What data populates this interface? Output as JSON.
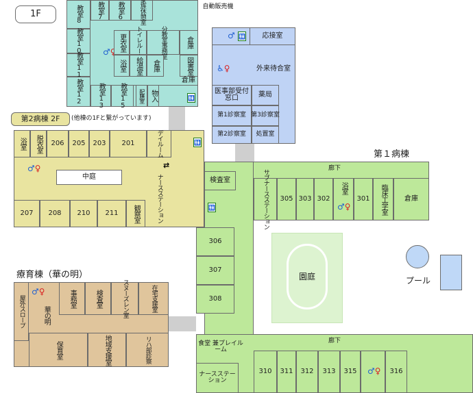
{
  "floor_label": "1F",
  "ward1_title": "第１病棟",
  "ward2_title": "第2病棟 2F",
  "ward2_note": "(他棟の1Fと繋がっています)",
  "ryoiku_title": "療育棟（華の明）",
  "colors": {
    "teal": "#a9e3da",
    "blue": "#bfd3f5",
    "yellow": "#e9e4a0",
    "green": "#bde89a",
    "tan": "#e0c59c",
    "gray": "#cfcfcf"
  },
  "teal": {
    "kyoshitsu8": "教室8",
    "kyoshitsu7": "教室7",
    "kyoshitsu6": "教室6",
    "kazoku": "家族休憩室",
    "kyoshitsu10": "教室10",
    "kyoshitsu11": "教室11",
    "kyoshitsu12": "教室12",
    "koui": "更衣室",
    "toilet": "トイレルーム",
    "bunkyo": "分教室事務室",
    "soko_top": "倉庫",
    "yokushitsu": "浴室",
    "kyuto": "給湯室",
    "soko_mid": "倉庫",
    "toshoshitsu": "図書室",
    "soko_right": "倉庫",
    "kyoshitsu13": "教室13",
    "kyoshitsu15": "教室15",
    "seishoku": "配膳室",
    "buppin": "物入"
  },
  "blue": {
    "vending": "自動販売機",
    "reception": "応接室",
    "waiting": "外来待合室",
    "uketsuke": "医事部受付窓口",
    "yakkyoku": "薬局",
    "shinsatsu1": "第1診察室",
    "shinsatsu3": "第3診察室",
    "shinsatsu2": "第2診察室",
    "shochi": "処置室"
  },
  "ward2": {
    "yoku": "浴室",
    "datsui": "脱衣室",
    "r206": "206",
    "r205": "205",
    "r203": "203",
    "r201": "201",
    "day": "デイルーム",
    "garden": "中庭",
    "station": "ナースステーション",
    "r207": "207",
    "r208": "208",
    "r210": "210",
    "r211": "211",
    "kansatsu": "観察室"
  },
  "ward1": {
    "corridor_top": "廊下",
    "kensa": "検査室",
    "sub_station": "サブナースステーション",
    "r305": "305",
    "r303": "303",
    "r302": "302",
    "yoku": "浴室",
    "r301": "301",
    "rinsho": "臨床工学室",
    "soko": "倉庫",
    "r306": "306",
    "r307": "307",
    "r308": "308",
    "teien": "園庭",
    "pool": "プール",
    "corridor_bottom": "廊下",
    "dining": "食堂 兼プレイルーム",
    "station": "ナースステーション",
    "r310": "310",
    "r311": "311",
    "r312": "312",
    "r313": "313",
    "r315": "315",
    "r316": "316"
  },
  "ryoiku": {
    "slope": "屋外スロープ",
    "hana": "華の明",
    "jimu": "事務室",
    "kensa": "検査室",
    "snoezelen": "スヌーズレン室",
    "shien": "在宅支援室",
    "hoiku": "保育室",
    "chiiki": "地域支援室",
    "rihabu": "リハ部診察"
  }
}
